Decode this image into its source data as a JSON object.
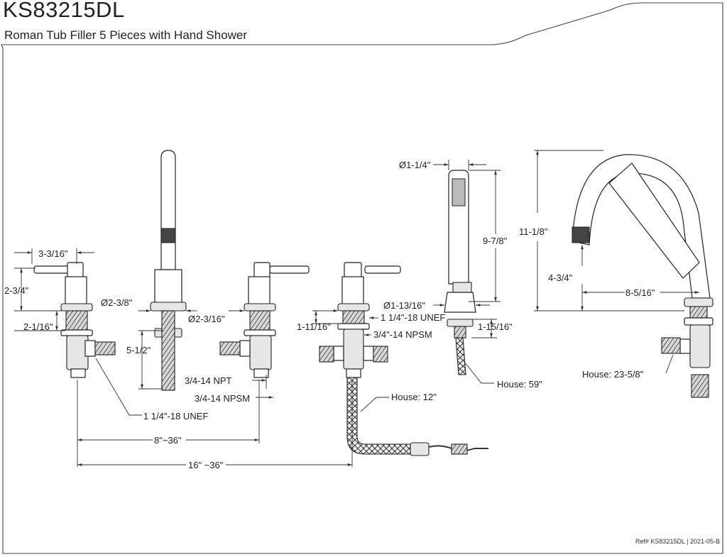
{
  "header": {
    "model": "KS83215DL",
    "description": "Roman Tub Filler 5 Pieces with Hand Shower"
  },
  "footer": {
    "ref": "Ref# KS83215DL | 2021-05-B"
  },
  "dimensions": {
    "handle_width": "3-3/16\"",
    "handle_height": "2-3/4\"",
    "valve_shank": "2-1/16\"",
    "spout_base_dia": "Ø2-3/8\"",
    "valve_base_dia": "Ø2-3/16\"",
    "spout_shank": "5-1/2\"",
    "npt": "3/4-14 NPT",
    "npsm_left": "3/4-14 NPSM",
    "unef_left": "1 1/4\"-18 UNEF",
    "spread_8_36": "8\"~36\"",
    "spread_16_36": "16\" ~36\"",
    "diverter_shank": "1-11/16\"",
    "unef_mid": "1 1/4\"-18 UNEF",
    "npsm_mid": "3/4\"-14 NPSM",
    "house_12": "House: 12\"",
    "shower_dia": "Ø1-1/4\"",
    "shower_length": "9-7/8\"",
    "shower_base_dia": "Ø1-13/16\"",
    "shower_shank": "1-15/16\"",
    "house_59": "House: 59\"",
    "spout_height": "11-1/8\"",
    "spout_outlet_height": "4-3/4\"",
    "spout_reach": "8-5/16\"",
    "house_23": "House: 23-5/8\""
  }
}
